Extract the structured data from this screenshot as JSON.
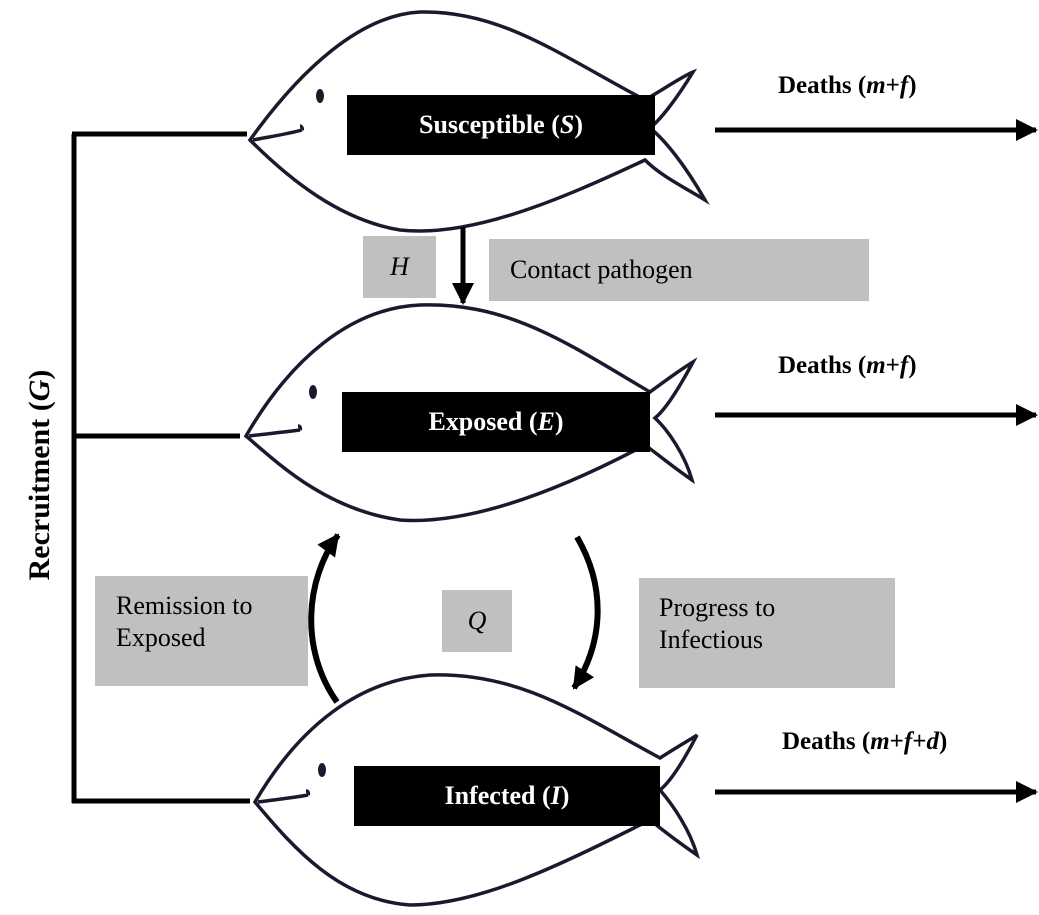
{
  "compartments": {
    "susceptible": {
      "name": "Susceptible",
      "symbol": "S"
    },
    "exposed": {
      "name": "Exposed",
      "symbol": "E"
    },
    "infected": {
      "name": "Infected",
      "symbol": "I"
    }
  },
  "deaths": {
    "label": "Deaths",
    "susceptible": {
      "m": "m",
      "plus1": "+",
      "f": "f",
      "plus2": "",
      "d": ""
    },
    "exposed": {
      "m": "m",
      "plus1": "+",
      "f": "f",
      "plus2": "",
      "d": ""
    },
    "infected": {
      "m": "m",
      "plus1": "+",
      "f": "f",
      "plus2": "+",
      "d": "d"
    }
  },
  "recruitment": {
    "label": "Recruitment",
    "symbol": "G"
  },
  "transitions": {
    "contact": {
      "symbol": "H",
      "label": "Contact pathogen"
    },
    "cycle_symbol": "Q",
    "remission": {
      "line1": "Remission to",
      "line2": "Exposed"
    },
    "progress": {
      "line1": "Progress to",
      "line2": "Infectious"
    }
  }
}
